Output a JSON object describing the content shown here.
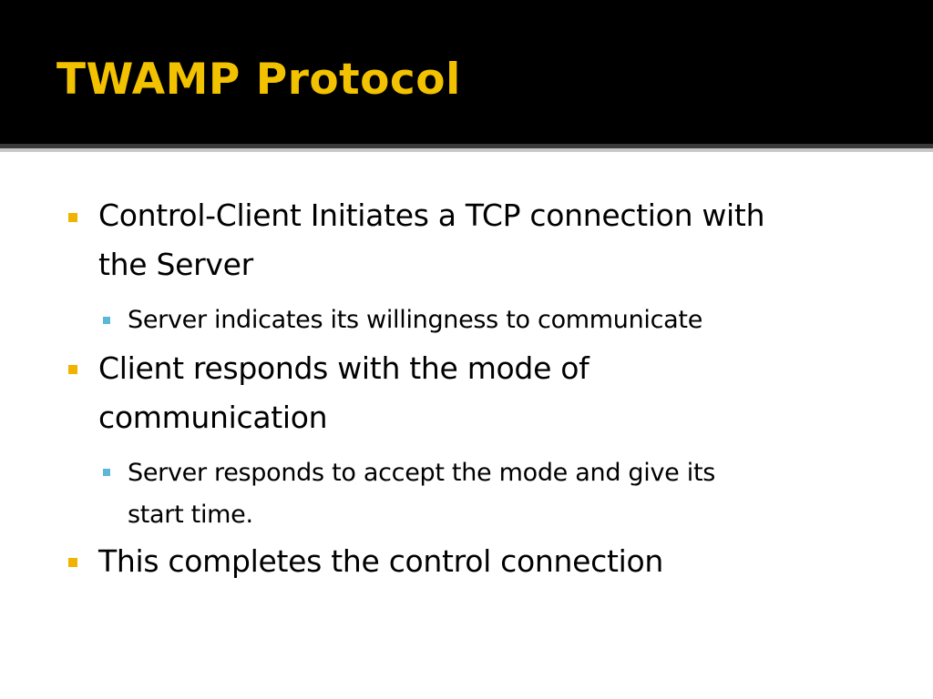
{
  "slide": {
    "title": "TWAMP Protocol",
    "colors": {
      "title_bar": "#000000",
      "title_text": "#F2C200",
      "bullet_level1": "#F0B400",
      "bullet_level2": "#5BB8D8",
      "body_text": "#000000"
    },
    "bullets": [
      {
        "text": "Control-Client Initiates a TCP connection with the Server",
        "line1": "Control-Client Initiates a TCP connection with",
        "line2": "the Server",
        "sub": {
          "text": "Server indicates its willingness to communicate"
        }
      },
      {
        "text": "Client responds with the mode of communication",
        "line1": "Client responds with the mode of",
        "line2": "communication",
        "sub": {
          "text": "Server responds to accept the mode and give its start time.",
          "line1": "Server responds to accept the mode and give its",
          "line2": "start time."
        }
      },
      {
        "text": "This completes the control connection"
      }
    ]
  }
}
